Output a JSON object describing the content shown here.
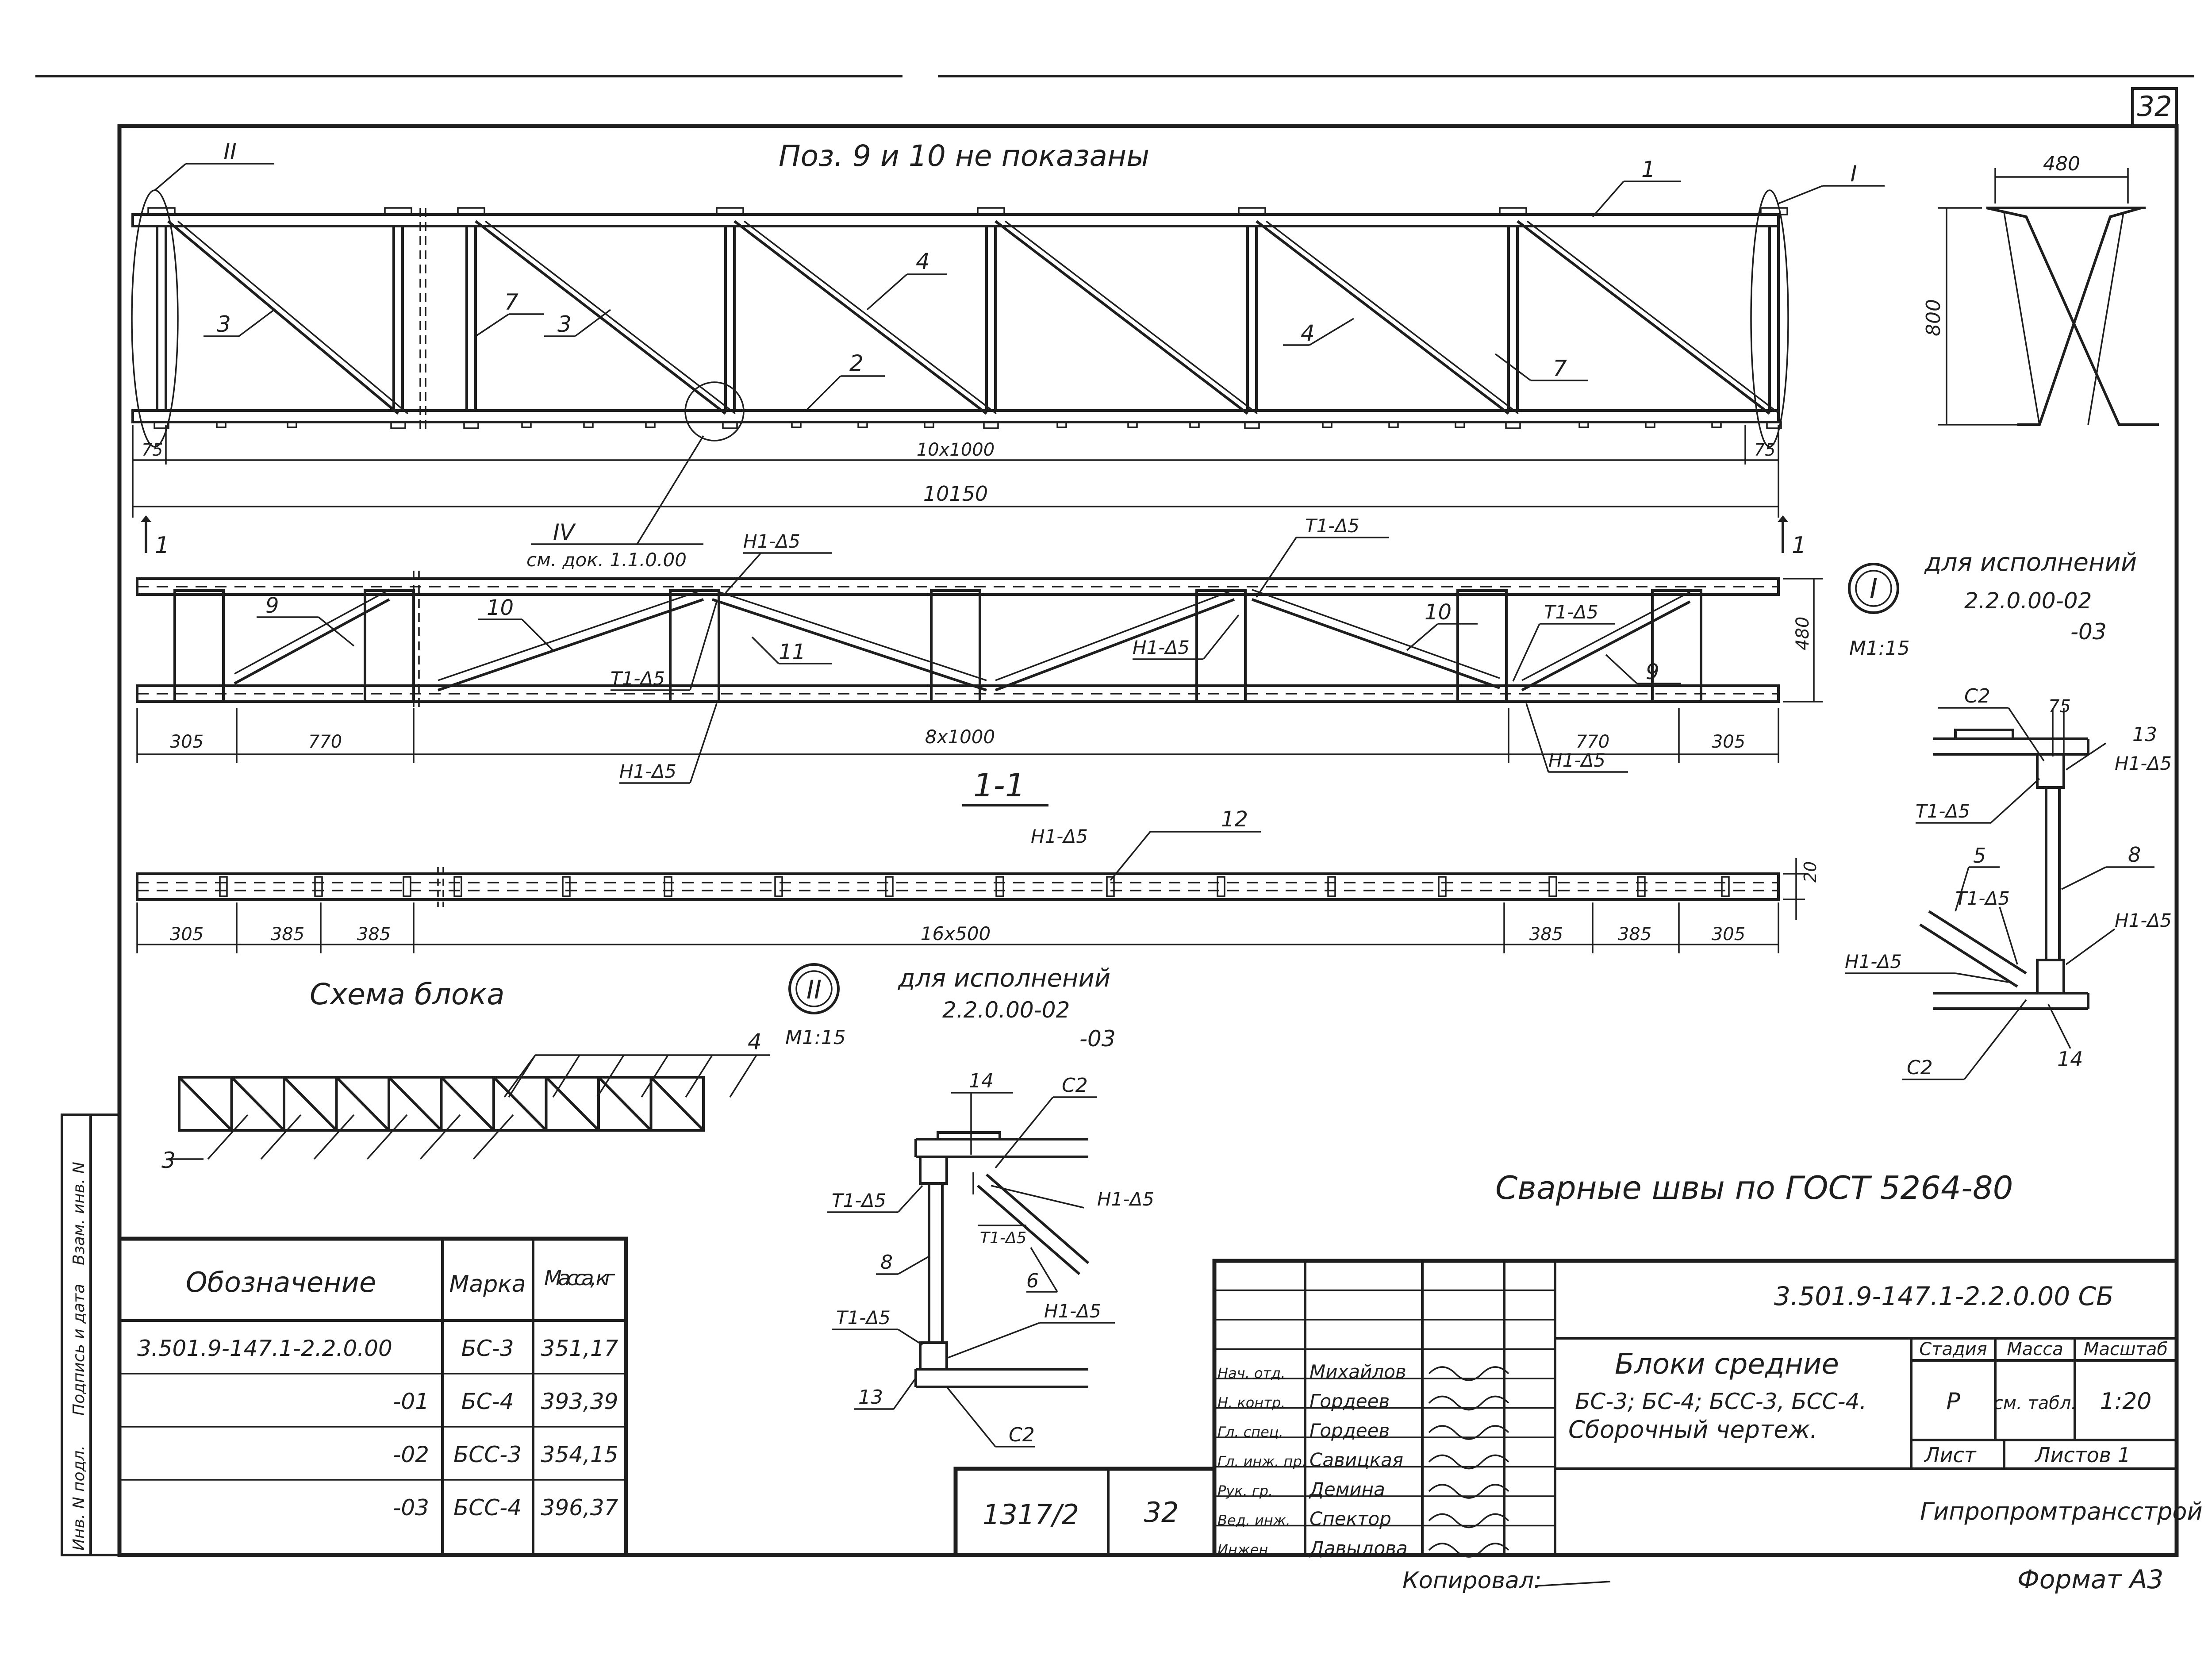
{
  "sheet_number": "32",
  "note_not_shown": "Поз. 9 и 10 не показаны",
  "weld_note": "Сварные швы по ГОСТ 5264-80",
  "scheme_title": "Схема блока",
  "section_label": "1-1",
  "section_mark": "1",
  "callout_I": "I",
  "callout_II": "II",
  "callout_IV": "IV",
  "see_doc": "см. док. 1.1.0.00",
  "detail_I": {
    "caption": "для исполнений",
    "variant1": "2.2.0.00-02",
    "variant2": "-03",
    "scale": "М1:15"
  },
  "detail_II": {
    "caption": "для исполнений",
    "variant1": "2.2.0.00-02",
    "variant2": "-03",
    "scale": "М1:15"
  },
  "positions": {
    "p1": "1",
    "p2": "2",
    "p3": "3",
    "p4": "4",
    "p5": "5",
    "p6": "6",
    "p7": "7",
    "p8": "8",
    "p9": "9",
    "p10": "10",
    "p11": "11",
    "p12": "12",
    "p13": "13",
    "p14": "14"
  },
  "welds": {
    "h1": "Н1-Δ5",
    "t1": "Т1-Δ5",
    "c2": "С2"
  },
  "dims": {
    "edge75": "75",
    "span": "10x1000",
    "total": "10150",
    "d305": "305",
    "d770": "770",
    "d8x1000": "8x1000",
    "d480": "480",
    "d385": "385",
    "d16x500": "16x500",
    "d20": "20",
    "d800": "800"
  },
  "spec_table": {
    "headers": [
      "Обозначение",
      "Марка",
      "Масса, кг"
    ],
    "rows": [
      {
        "designation": "3.501.9-147.1-2.2.0.00",
        "mark": "БС-3",
        "mass": "351,17"
      },
      {
        "designation": "-01",
        "mark": "БС-4",
        "mass": "393,39"
      },
      {
        "designation": "-02",
        "mark": "БСС-3",
        "mass": "354,15"
      },
      {
        "designation": "-03",
        "mark": "БСС-4",
        "mass": "396,37"
      }
    ]
  },
  "side_stamp": [
    "Инв. N подл.",
    "Подпись и дата",
    "Взам. инв. N"
  ],
  "archive": {
    "number": "1317/2",
    "page": "32"
  },
  "title_block": {
    "code": "3.501.9-147.1-2.2.0.00 СБ",
    "title": "Блоки средние",
    "subtitle": "БС-3; БС-4; БСС-3, БСС-4.",
    "doc_type": "Сборочный чертеж.",
    "stage_header": "Стадия",
    "mass_header": "Масса",
    "scale_header": "Масштаб",
    "stage": "Р",
    "mass": "см. табл.",
    "scale": "1:20",
    "sheet_label": "Лист",
    "sheets_label": "Листов 1",
    "organization": "Гипропромтрансстрой",
    "people": [
      {
        "role": "Нач. отд.",
        "name": "Михайлов"
      },
      {
        "role": "Н. контр.",
        "name": "Гордеев"
      },
      {
        "role": "Гл. спец.",
        "name": "Гордеев"
      },
      {
        "role": "Гл. инж. пр.",
        "name": "Савицкая"
      },
      {
        "role": "Рук. гр.",
        "name": "Демина"
      },
      {
        "role": "Вед. инж.",
        "name": "Спектор"
      },
      {
        "role": "Инжен.",
        "name": "Давыдова"
      }
    ]
  },
  "copied_by": "Копировал:",
  "format": "Формат А3"
}
